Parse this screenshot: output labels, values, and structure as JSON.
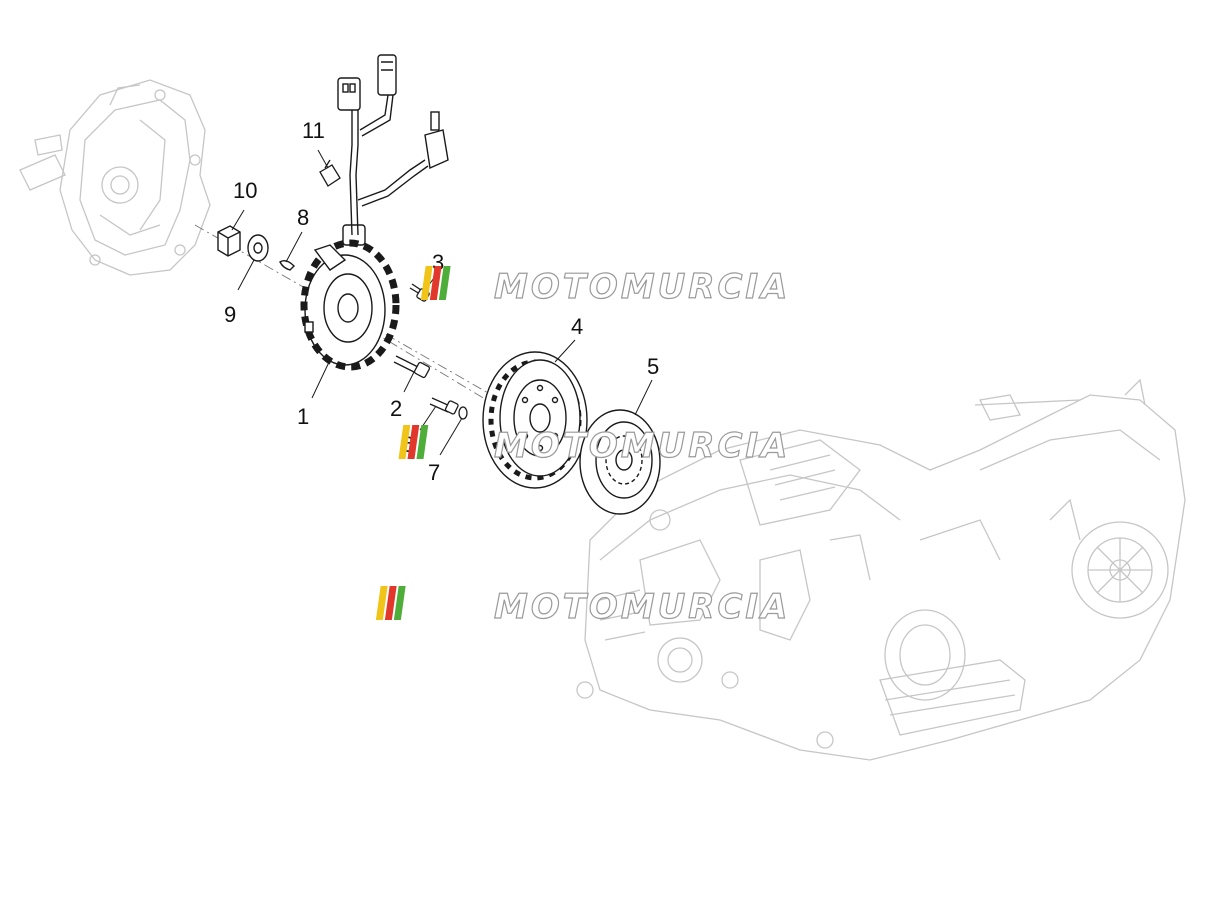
{
  "callouts": [
    {
      "label": "1"
    },
    {
      "label": "2"
    },
    {
      "label": "3"
    },
    {
      "label": "4"
    },
    {
      "label": "5"
    },
    {
      "label": "6"
    },
    {
      "label": "7"
    },
    {
      "label": "8"
    },
    {
      "label": "9"
    },
    {
      "label": "10"
    },
    {
      "label": "11"
    }
  ],
  "watermark": {
    "text": "MOTOMURCIA",
    "stripe_colors": [
      "#f0c419",
      "#e2372b",
      "#4fae3a"
    ]
  },
  "colors": {
    "outline_dark": "#1a1a1a",
    "outline_faint": "#c6c6c6",
    "watermark_stroke": "#9a9a9a"
  }
}
